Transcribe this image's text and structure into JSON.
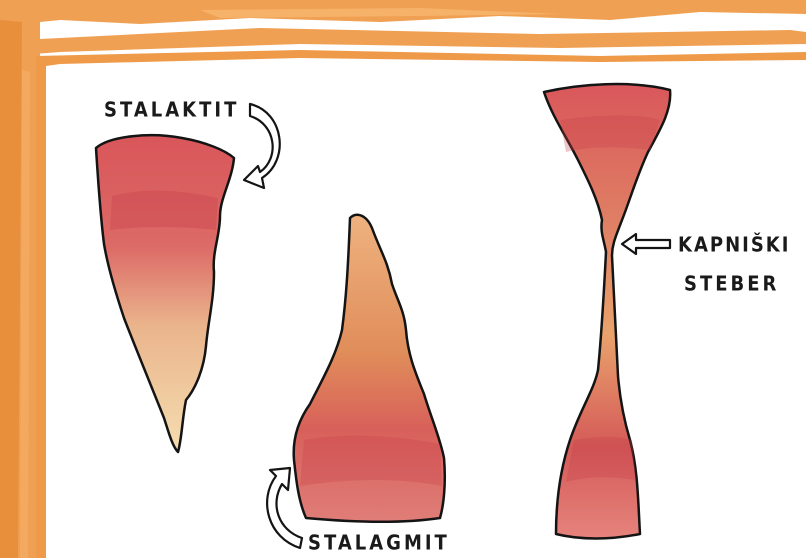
{
  "labels": {
    "stalaktit": "STALAKTIT",
    "stalagmit": "STALAGMIT",
    "kapniski_line1": "KAPNIŠKI",
    "kapniski_line2": "STEBER"
  },
  "colors": {
    "frame_orange": "#f0a052",
    "frame_orange_dark": "#e88f3c",
    "background": "#ffffff",
    "outline": "#141414",
    "stalaktit_top": "#d9565a",
    "stalaktit_bottom": "#f3d7a3",
    "stalagmit_top": "#e79a64",
    "stalagmit_bottom": "#d9575d",
    "pillar_red": "#cf4a4f"
  },
  "icons": [
    "curved-arrow-icon",
    "left-arrow-icon"
  ]
}
